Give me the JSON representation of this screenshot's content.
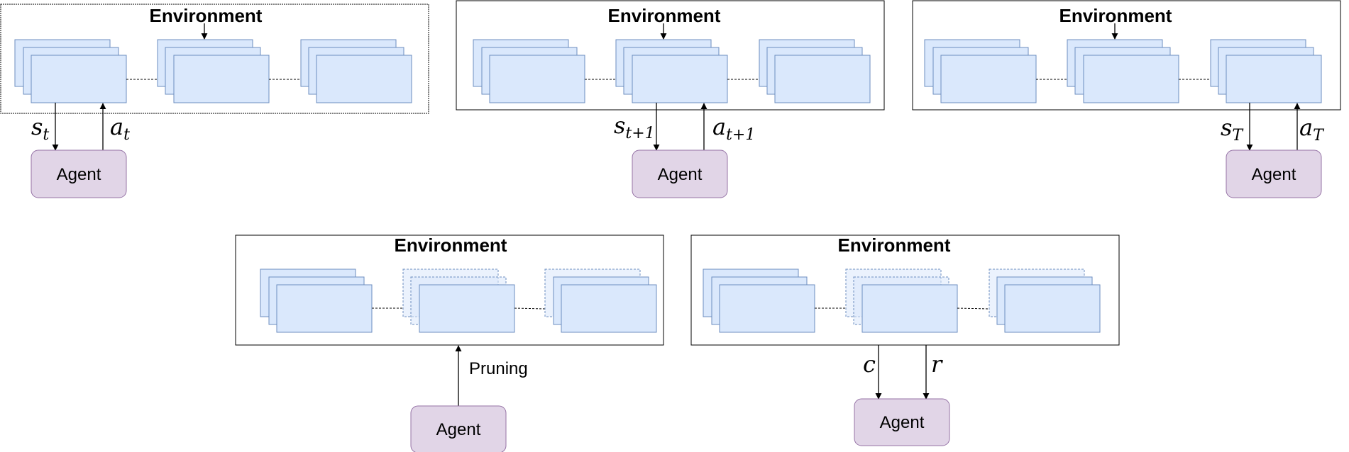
{
  "colors": {
    "state_fill": "#dae8fc",
    "state_stroke": "#6c8ebf",
    "agent_fill": "#e1d5e7",
    "agent_stroke": "#9673a6",
    "line": "#000000"
  },
  "environment_title": "Environment",
  "agent_label": "Agent",
  "top_row": [
    {
      "state": {
        "base": "s",
        "sub": "t"
      },
      "action": {
        "base": "a",
        "sub": "t"
      }
    },
    {
      "state": {
        "base": "s",
        "sub": "t+1"
      },
      "action": {
        "base": "a",
        "sub": "t+1"
      }
    },
    {
      "state": {
        "base": "s",
        "sub": "T"
      },
      "action": {
        "base": "a",
        "sub": "T"
      }
    }
  ],
  "bottom_row": {
    "pruning_label": "Pruning",
    "c_label": "c",
    "r_label": "r"
  }
}
